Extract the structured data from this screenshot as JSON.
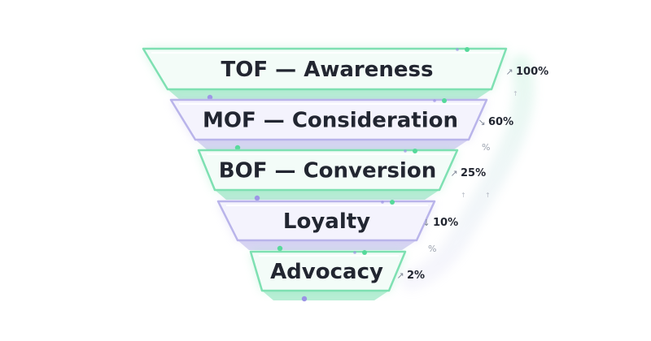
{
  "colors": {
    "mint": "#7EE0B2",
    "lavender": "#B9B4EA",
    "mint_fill": "#F3FCF8",
    "lavender_fill": "#F4F3FD",
    "text": "#222631",
    "dot_green": "#55D99A",
    "dot_purple": "#9B93E6"
  },
  "funnel": {
    "stages": [
      {
        "label": "TOF — Awareness",
        "percent": "100%",
        "arrow": "↗",
        "accent": "mint"
      },
      {
        "label": "MOF — Consideration",
        "percent": "60%",
        "arrow": "↘",
        "accent": "lavender"
      },
      {
        "label": "BOF — Conversion",
        "percent": "25%",
        "arrow": "↗",
        "accent": "mint"
      },
      {
        "label": "Loyalty",
        "percent": "10%",
        "arrow": "↓",
        "accent": "lavender"
      },
      {
        "label": "Advocacy",
        "percent": "2%",
        "arrow": "↗",
        "accent": "mint"
      }
    ],
    "floating_marks": [
      "%",
      "%"
    ]
  }
}
